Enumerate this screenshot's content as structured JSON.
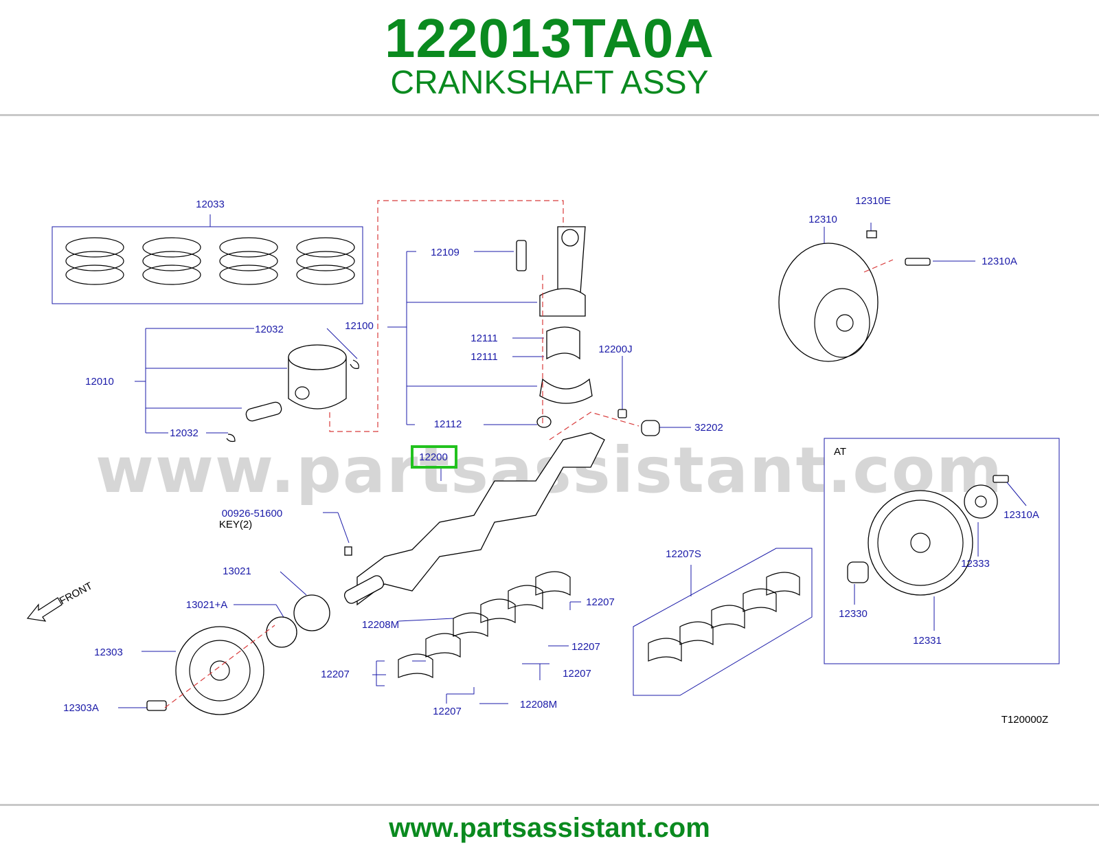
{
  "header": {
    "part_number": "122013TA0A",
    "part_name": "CRANKSHAFT ASSY"
  },
  "watermark": "www.partsassistant.com",
  "footer": {
    "url": "www.partsassistant.com"
  },
  "diagram": {
    "drawing_code": "T120000Z",
    "front_label": "FRONT",
    "at_label": "AT",
    "highlighted_part": "12200",
    "labels": {
      "p12033": "12033",
      "p12032a": "12032",
      "p12032b": "12032",
      "p12010": "12010",
      "p12109": "12109",
      "p12100": "12100",
      "p12111a": "12111",
      "p12111b": "12111",
      "p12112": "12112",
      "p12200j": "12200J",
      "p32202": "32202",
      "p12200": "12200",
      "p00926": "00926-51600",
      "key2": "KEY(2)",
      "p13021": "13021",
      "p13021a": "13021+A",
      "p12303": "12303",
      "p12303a": "12303A",
      "p12208ma": "12208M",
      "p12208mb": "12208M",
      "p12207a": "12207",
      "p12207b": "12207",
      "p12207c": "12207",
      "p12207d": "12207",
      "p12207e": "12207",
      "p12207s": "12207S",
      "p12310": "12310",
      "p12310e": "12310E",
      "p12310a": "12310A",
      "p12310a2": "12310A",
      "p12333": "12333",
      "p12330": "12330",
      "p12331": "12331"
    }
  },
  "colors": {
    "brand_green": "#0a8a1f",
    "label_blue": "#1a1aa8",
    "highlight_green": "#22c21e",
    "dashed_red": "#d83a3a"
  }
}
